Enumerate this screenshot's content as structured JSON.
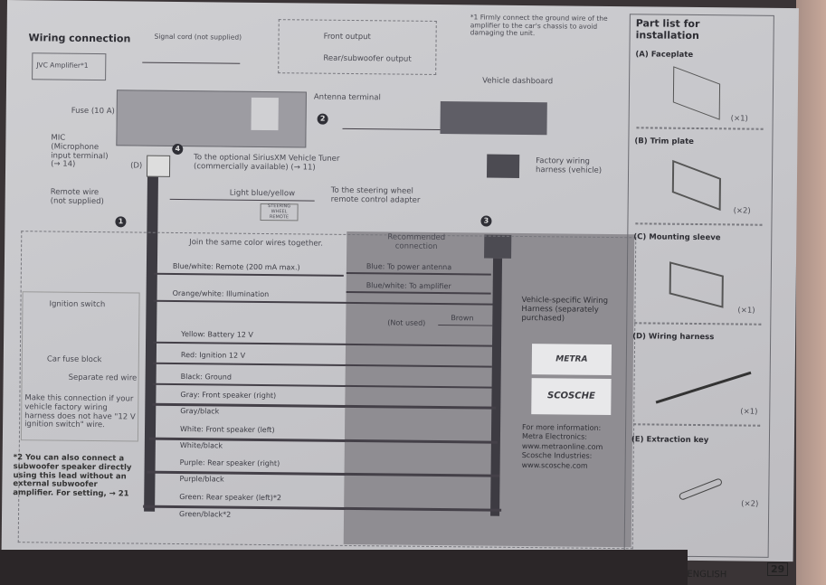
{
  "title": "Wiring connection",
  "signal_cord": "Signal cord (not supplied)",
  "amplifier": "JVC Amplifier*1",
  "outputs": [
    "Front output",
    "Rear/subwoofer output"
  ],
  "footnote1": "*1 Firmly connect the ground wire of the amplifier to the car's chassis to avoid damaging the unit.",
  "antenna_terminal": "Antenna terminal",
  "fuse": "Fuse (10 A)",
  "mic": "MIC (Microphone input terminal) (→ 14)",
  "d_label": "(D)",
  "siriusxm": "To the optional SiriusXM Vehicle Tuner (commercially available) (→ 11)",
  "remote_wire": "Remote wire (not supplied)",
  "light_blue": "Light blue/yellow",
  "steering_tag": "STEERING WHEEL REMOTE",
  "steering_adapter": "To the steering wheel remote control adapter",
  "vehicle_dashboard": "Vehicle dashboard",
  "factory_harness": "Factory wiring harness (vehicle)",
  "steps": [
    "1",
    "2",
    "3",
    "4"
  ],
  "join_note": "Join the same color wires together.",
  "recommended": "Recommended connection",
  "recommended_wires": [
    "Blue: To power antenna",
    "Blue/white: To amplifier",
    "Brown"
  ],
  "not_used": "(Not used)",
  "wires": [
    "Blue/white: Remote (200 mA max.)",
    "Orange/white: Illumination",
    "Yellow: Battery 12 V",
    "Red: Ignition 12 V",
    "Black: Ground",
    "Gray: Front speaker (right)",
    "Gray/black",
    "White: Front speaker (left)",
    "White/black",
    "Purple: Rear speaker (right)",
    "Purple/black",
    "Green: Rear speaker (left)*2",
    "Green/black*2"
  ],
  "ignition_switch": "Ignition switch",
  "car_fuse_block": "Car fuse block",
  "separate_red": "Separate red wire",
  "ignition_note": "Make this connection if your vehicle factory wiring harness does not have \"12 V ignition switch\" wire.",
  "footnote2": "*2 You can also connect a subwoofer speaker directly using this lead without an external subwoofer amplifier. For setting, → 21",
  "vehicle_harness": "Vehicle-specific Wiring Harness (separately purchased)",
  "logos": [
    "METRA",
    "SCOSCHE"
  ],
  "more_info": [
    "For more information:",
    "Metra Electronics:",
    "www.metraonline.com",
    "Scosche Industries:",
    "www.scosche.com"
  ],
  "parts": {
    "title": "Part list for installation",
    "items": [
      {
        "label": "(A) Faceplate",
        "qty": "(×1)"
      },
      {
        "label": "(B) Trim plate",
        "qty": "(×2)"
      },
      {
        "label": "(C) Mounting sleeve",
        "qty": "(×1)"
      },
      {
        "label": "(D) Wiring harness",
        "qty": "(×1)"
      },
      {
        "label": "(E) Extraction key",
        "qty": "(×2)"
      }
    ]
  },
  "footer": {
    "language": "ENGLISH",
    "page": "29"
  }
}
